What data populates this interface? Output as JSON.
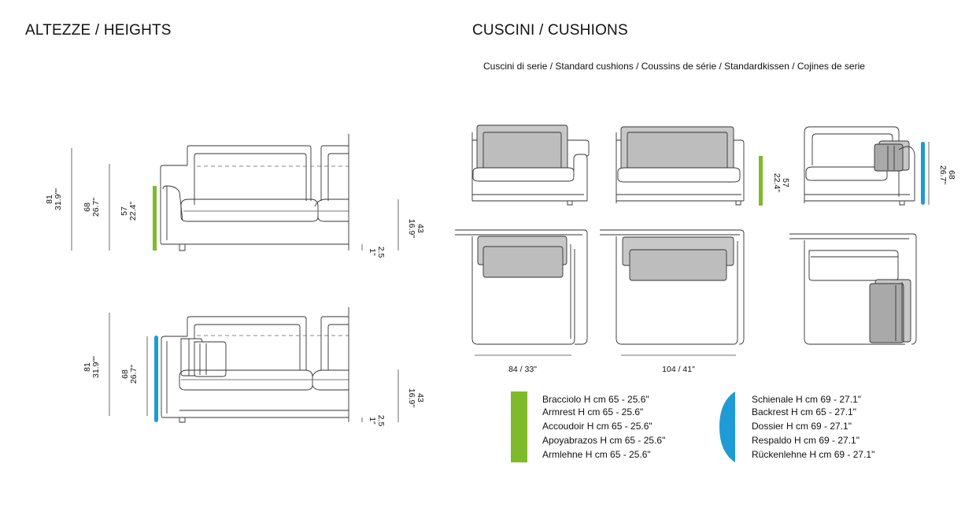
{
  "titles": {
    "heights": "ALTEZZE  /  HEIGHTS",
    "cushions": "CUSCINI / CUSHIONS",
    "cushions_subtitle": "Cuscini di serie  /  Standard cushions  /  Coussins de série  /  Standardkissen  /  Cojines de serie"
  },
  "heights_top": {
    "total_cm": "81",
    "total_in": "31.9\"\"",
    "back_cm": "68",
    "back_in": "26.7\"",
    "arm_cm": "57",
    "arm_in": "22.4\"",
    "seat_cm": "43",
    "seat_in": "16.9\"",
    "foot_cm": "2.5",
    "foot_in": "1\""
  },
  "heights_bottom": {
    "total_cm": "81",
    "total_in": "31.9\"\"",
    "back_cm": "68",
    "back_in": "26.7\"",
    "seat_cm": "43",
    "seat_in": "16.9\"",
    "foot_cm": "2.5",
    "foot_in": "1\""
  },
  "cushion_views": {
    "armrest_cm": "57",
    "armrest_in": "22.4\"",
    "backrest_cm": "68",
    "backrest_in": "26.7\"",
    "width_small": "84 / 33\"",
    "width_large": "104 / 41\""
  },
  "legend": {
    "armrest": [
      "Bracciolo H cm 65 - 25.6\"",
      "Armrest H cm 65 - 25.6\"",
      "Accoudoir H cm 65 - 25.6\"",
      "Apoyabrazos H cm 65 - 25.6\"",
      "Armlehne H cm 65 - 25.6\""
    ],
    "backrest": [
      "Schienale H cm 69 - 27.1\"",
      "Backrest H cm 65 - 27.1\"",
      "Dossier  H cm 69 - 27.1\"",
      "Respaldo  H cm 69 - 27.1\"",
      "Rückenlehne  H cm 69 - 27.1\""
    ]
  },
  "colors": {
    "green": "#7fba2a",
    "blue": "#1e9ad6"
  }
}
